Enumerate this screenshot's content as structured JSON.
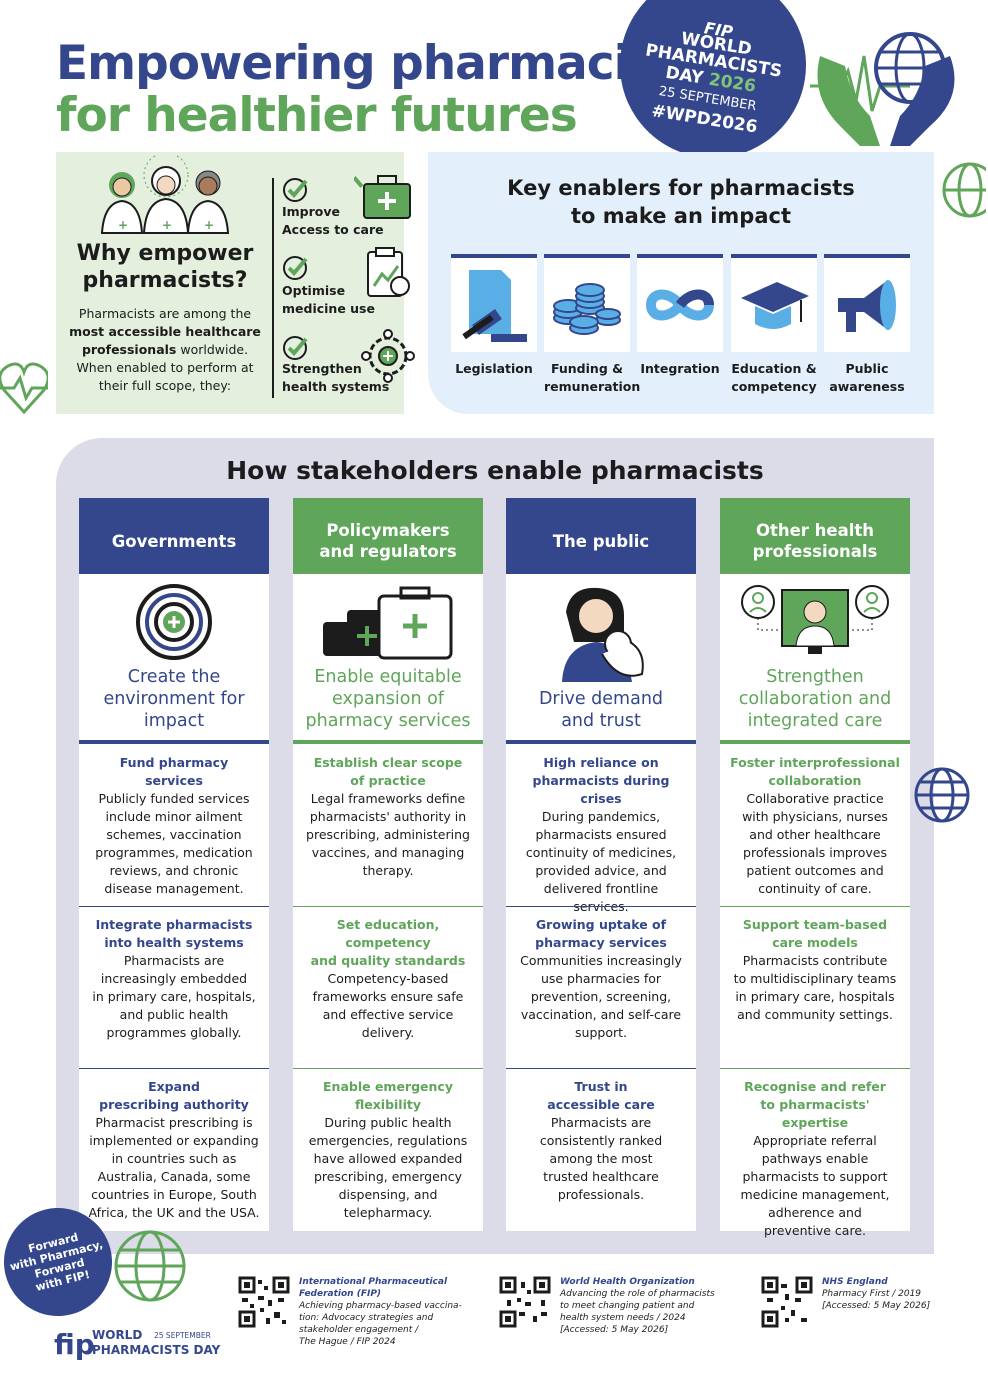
{
  "header": {
    "title_line1": "Empowering pharmacists",
    "title_line2": "for healthier futures",
    "badge": {
      "fip": "FIP",
      "world": "WORLD",
      "pharmacists": "PHARMACISTS",
      "day": "DAY",
      "year": "2026",
      "date": "25 SEPTEMBER",
      "hashtag": "#WPD2026"
    }
  },
  "why": {
    "title_line1": "Why empower",
    "title_line2": "pharmacists?",
    "desc_1": "Pharmacists are among the",
    "desc_bold_1": "most accessible healthcare",
    "desc_bold_2": "professionals",
    "desc_2": " worldwide.",
    "desc_3": "When enabled to perform at",
    "desc_4": "their full scope, they:",
    "benefits": [
      {
        "line1": "Improve",
        "line2": "Access to care"
      },
      {
        "line1": "Optimise",
        "line2": "medicine use"
      },
      {
        "line1": "Strengthen",
        "line2": "health systems"
      }
    ]
  },
  "enablers": {
    "title_line1": "Key enablers for pharmacists",
    "title_line2": "to make an impact",
    "items": [
      {
        "line1": "Legislation",
        "line2": ""
      },
      {
        "line1": "Funding &",
        "line2": "remuneration"
      },
      {
        "line1": "Integration",
        "line2": ""
      },
      {
        "line1": "Education &",
        "line2": "competency"
      },
      {
        "line1": "Public",
        "line2": "awareness"
      }
    ]
  },
  "stakeholders": {
    "title": "How stakeholders enable pharmacists",
    "columns": [
      {
        "head_line1": "Governments",
        "head_line2": "",
        "aim_line1": "Create the",
        "aim_line2": "environment for",
        "aim_line3": "impact",
        "sections": [
          {
            "h1": "Fund pharmacy",
            "h2": "services",
            "body": [
              "Publicly funded services",
              "include minor ailment",
              "schemes, vaccination",
              "programmes, medication",
              "reviews, and chronic",
              "disease management."
            ]
          },
          {
            "h1": "Integrate pharmacists",
            "h2": "into health systems",
            "body": [
              "Pharmacists are",
              "increasingly embedded",
              "in primary care, hospitals,",
              "and public health",
              "programmes globally."
            ]
          },
          {
            "h1": "Expand",
            "h2": "prescribing authority",
            "body": [
              "Pharmacist prescribing is",
              "implemented or expanding",
              "in countries such as",
              "Australia, Canada, some",
              "countries in Europe, South",
              "Africa, the UK and the USA."
            ]
          }
        ]
      },
      {
        "head_line1": "Policymakers",
        "head_line2": "and regulators",
        "aim_line1": "Enable equitable",
        "aim_line2": "expansion of",
        "aim_line3": "pharmacy services",
        "sections": [
          {
            "h1": "Establish clear scope",
            "h2": "of practice",
            "body": [
              "Legal frameworks define",
              "pharmacists' authority in",
              "prescribing, administering",
              "vaccines, and managing",
              "therapy."
            ]
          },
          {
            "h1": "Set education, competency",
            "h2": "and quality standards",
            "body": [
              "Competency-based",
              "frameworks ensure safe",
              "and effective service",
              "delivery."
            ]
          },
          {
            "h1": "Enable emergency",
            "h2": "flexibility",
            "body": [
              "During public health",
              "emergencies, regulations",
              "have allowed expanded",
              "prescribing, emergency",
              "dispensing, and",
              "telepharmacy."
            ]
          }
        ]
      },
      {
        "head_line1": "The public",
        "head_line2": "",
        "aim_line1": "",
        "aim_line2": "Drive demand",
        "aim_line3": "and trust",
        "sections": [
          {
            "h1": "High reliance on",
            "h2": "pharmacists during crises",
            "body": [
              "During pandemics,",
              "pharmacists ensured",
              "continuity of medicines,",
              "provided advice, and",
              "delivered frontline",
              "services."
            ]
          },
          {
            "h1": "Growing uptake of",
            "h2": "pharmacy services",
            "body": [
              "Communities increasingly",
              "use pharmacies for",
              "prevention, screening,",
              "vaccination, and self-care",
              "support."
            ]
          },
          {
            "h1": "Trust in",
            "h2": "accessible care",
            "body": [
              "Pharmacists are",
              "consistently ranked",
              "among the most",
              "trusted healthcare",
              "professionals."
            ]
          }
        ]
      },
      {
        "head_line1": "Other health",
        "head_line2": "professionals",
        "aim_line1": "Strengthen",
        "aim_line2": "collaboration and",
        "aim_line3": "integrated care",
        "sections": [
          {
            "h1": "Foster interprofessional",
            "h2": "collaboration",
            "body": [
              "Collaborative practice",
              "with physicians, nurses",
              "and other healthcare",
              "professionals improves",
              "patient outcomes and",
              "continuity of care."
            ]
          },
          {
            "h1": "Support team-based",
            "h2": "care models",
            "body": [
              "Pharmacists contribute",
              "to multidisciplinary teams",
              "in primary care, hospitals",
              "and community settings."
            ]
          },
          {
            "h1": "Recognise and refer",
            "h2": "to pharmacists' expertise",
            "body": [
              "Appropriate referral",
              "pathways enable",
              "pharmacists to support",
              "medicine management,",
              "adherence and",
              "preventive care."
            ]
          }
        ]
      }
    ]
  },
  "footer": {
    "badge_lines": [
      "Forward",
      "with Pharmacy,",
      "Forward",
      "with FIP!"
    ],
    "logo_fip": "fip",
    "logo_world": "WORLD",
    "logo_date": "25 SEPTEMBER",
    "logo_pd": "PHARMACISTS DAY",
    "refs": [
      {
        "org_line1": "International Pharmaceutical",
        "org_line2": "Federation (FIP)",
        "lines": [
          "Achieving pharmacy-based vaccina-",
          "tion: Advocacy strategies and",
          "stakeholder engagement /",
          "The Hague / FIP 2024"
        ]
      },
      {
        "org_line1": "World Health Organization",
        "org_line2": "",
        "lines": [
          "Advancing the role of pharmacists",
          "to meet changing patient and",
          "health system needs / 2024",
          "[Accessed: 5 May 2026]"
        ]
      },
      {
        "org_line1": "NHS England",
        "org_line2": "",
        "lines": [
          "Pharmacy First / 2019",
          "[Accessed: 5 May 2026]",
          "",
          ""
        ]
      }
    ]
  },
  "colors": {
    "blue": "#34478c",
    "green": "#5fa55a",
    "light_green": "#e4efdd",
    "light_blue": "#e3f0fb",
    "lavender": "#dcdce9"
  }
}
